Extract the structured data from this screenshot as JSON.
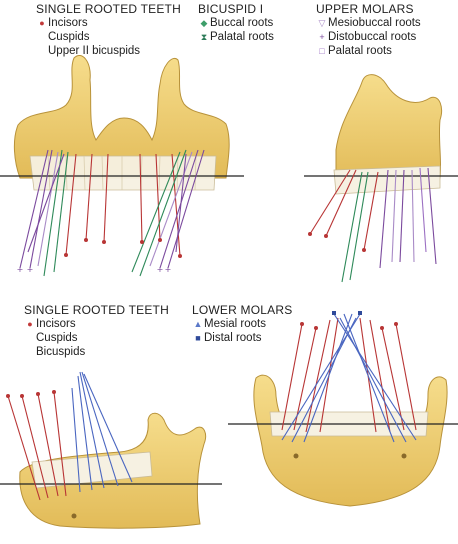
{
  "top_left": {
    "heading": "SINGLE ROOTED TEETH",
    "items": [
      {
        "label": "Incisors",
        "marker": "●",
        "color": "#c23a3a"
      },
      {
        "label": "Cuspids",
        "marker": "",
        "color": ""
      },
      {
        "label": "Upper II bicuspids",
        "marker": "",
        "color": ""
      }
    ]
  },
  "top_middle": {
    "heading": "BICUSPID I",
    "items": [
      {
        "label": "Buccal roots",
        "marker": "◆",
        "color": "#3d9e6a"
      },
      {
        "label": "Palatal roots",
        "marker": "⧗",
        "color": "#2f7d5a"
      }
    ]
  },
  "top_right": {
    "heading": "UPPER MOLARS",
    "items": [
      {
        "label": "Mesiobuccal roots",
        "marker": "▽",
        "color": "#a98bc7"
      },
      {
        "label": "Distobuccal roots",
        "marker": "+",
        "color": "#7b4a9e"
      },
      {
        "label": "Palatal roots",
        "marker": "□",
        "color": "#9b6fc2"
      }
    ]
  },
  "bottom_left": {
    "heading": "SINGLE ROOTED TEETH",
    "items": [
      {
        "label": "Incisors",
        "marker": "●",
        "color": "#c23a3a"
      },
      {
        "label": "Cuspids",
        "marker": "",
        "color": ""
      },
      {
        "label": "Bicuspids",
        "marker": "",
        "color": ""
      }
    ]
  },
  "bottom_right": {
    "heading": "LOWER MOLARS",
    "items": [
      {
        "label": "Mesial roots",
        "marker": "▲",
        "color": "#5a78c8"
      },
      {
        "label": "Distal roots",
        "marker": "■",
        "color": "#2f4a9a"
      }
    ]
  },
  "colors": {
    "bone": "#f1d27a",
    "bone_edge": "#b8923a",
    "tooth": "#f6f1e2",
    "incisor_line": "#b83535",
    "molar_line": "#7b4a9e",
    "bicuspid_line": "#2f8a5a",
    "lower_molar_line": "#4a66c0"
  }
}
